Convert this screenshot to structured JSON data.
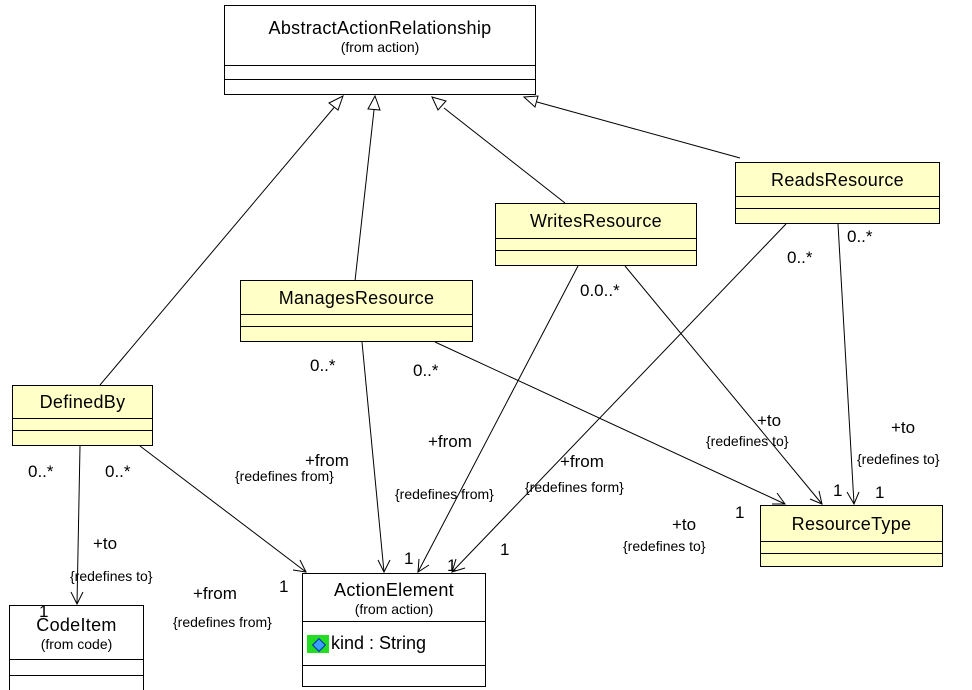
{
  "classes": {
    "abstract_action_relationship": {
      "name": "AbstractActionRelationship",
      "stereotype": "(from action)"
    },
    "reads_resource": {
      "name": "ReadsResource"
    },
    "writes_resource": {
      "name": "WritesResource"
    },
    "manages_resource": {
      "name": "ManagesResource"
    },
    "defined_by": {
      "name": "DefinedBy"
    },
    "resource_type": {
      "name": "ResourceType"
    },
    "action_element": {
      "name": "ActionElement",
      "stereotype": "(from action)",
      "attribute": "kind : String"
    },
    "code_item": {
      "name": "CodeItem",
      "stereotype": "(from code)"
    }
  },
  "multiplicities": {
    "many": "0..*",
    "writes_overlap": "0.0..*",
    "one": "1"
  },
  "roles": {
    "to": "+to",
    "from": "+from"
  },
  "constraints": {
    "redefines_to": "{redefines to}",
    "redefines_from": "{redefines from}",
    "redefines_form": "{redefines form}"
  },
  "colors": {
    "class_fill": "#ffffc8",
    "external_class_fill": "#ffffff",
    "line": "#000000",
    "attribute_icon": "#22dd22"
  },
  "icons": {
    "attribute": "public-attribute-icon"
  }
}
